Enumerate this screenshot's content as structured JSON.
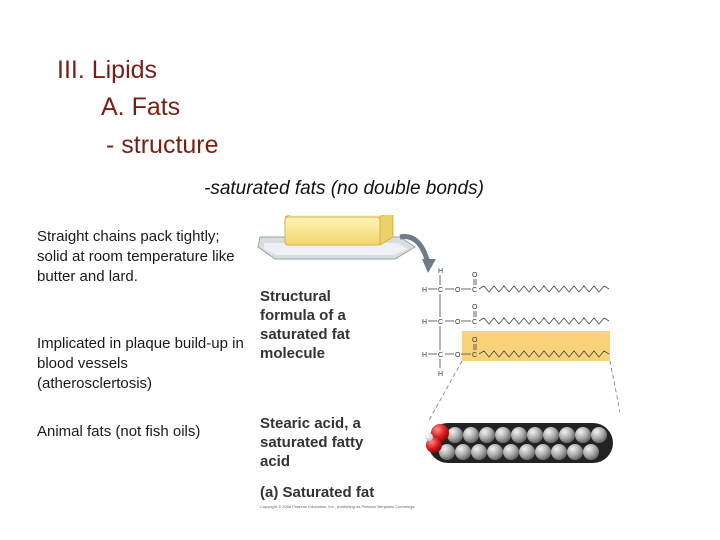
{
  "heading": {
    "line1": "III. Lipids",
    "line2": "A. Fats",
    "line3": "- structure"
  },
  "subheading": "-saturated fats (no double bonds)",
  "bullets": [
    "Straight chains pack tightly; solid at room temperature like butter and lard.",
    "Implicated in plaque build-up in blood vessels (atherosclertosis)",
    "Animal fats (not fish oils)"
  ],
  "figure": {
    "structural_label": [
      "Structural",
      "formula of a",
      "saturated fat",
      "molecule"
    ],
    "stearic_label": [
      "Stearic acid, a",
      "saturated fatty",
      "acid"
    ],
    "caption": "(a) Saturated fat",
    "copyright": "Copyright © 2008 Pearson Education, Inc., publishing as Pearson Benjamin Cummings.",
    "atoms": {
      "H": "H",
      "C": "C",
      "O": "O"
    },
    "colors": {
      "highlight": "#f9d27a",
      "carbon": "#a9a9a9",
      "oxygen": "#d81e1e",
      "arrow": "#6f7b86"
    }
  }
}
